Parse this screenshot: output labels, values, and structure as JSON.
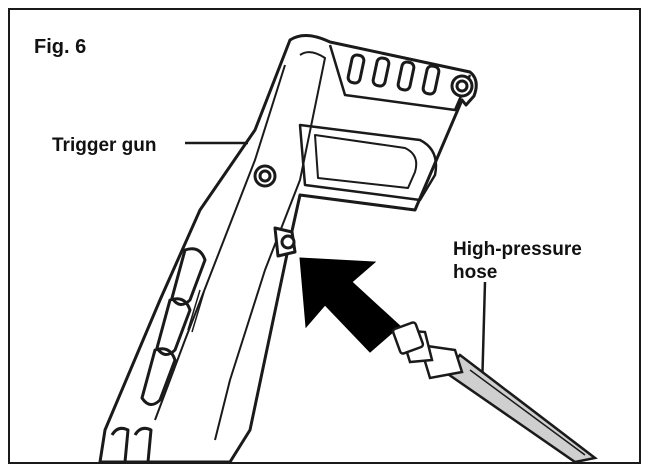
{
  "figure": {
    "number_label": "Fig. 6"
  },
  "labels": {
    "trigger_gun": "Trigger gun",
    "hose_line1": "High-pressure",
    "hose_line2": "hose"
  },
  "colors": {
    "outline": "#1a1a1a",
    "arrow": "#000000",
    "background": "#ffffff"
  },
  "icons": {
    "direction_arrow": "arrow-up-left-icon"
  }
}
